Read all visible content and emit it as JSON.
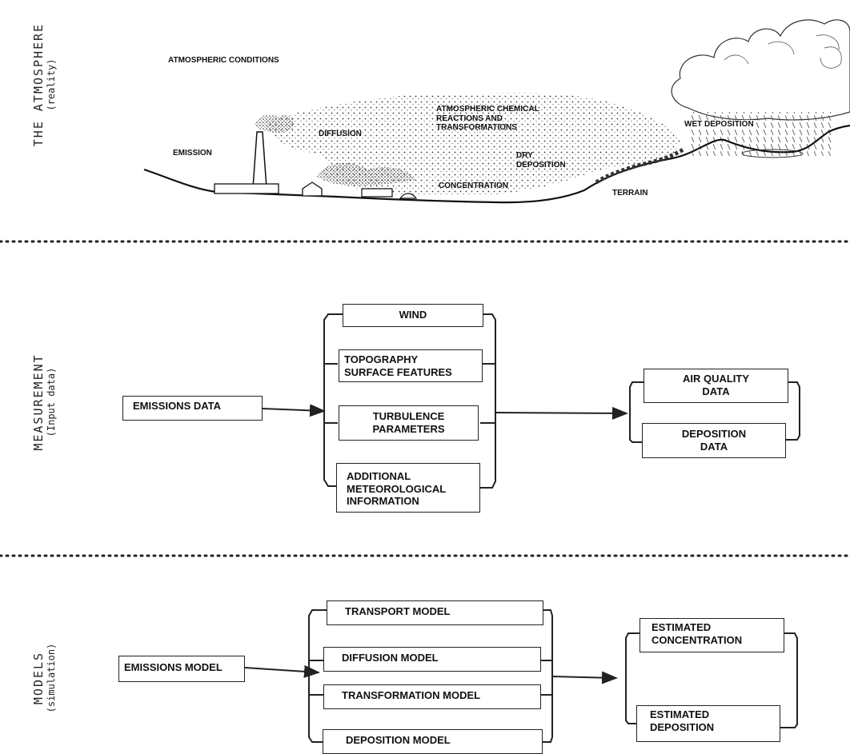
{
  "sections": {
    "atmosphere": {
      "title": "THE ATMOSPHERE",
      "subtitle": "(reality)"
    },
    "measurement": {
      "title": "MEASUREMENT",
      "subtitle": "(Input data)"
    },
    "models": {
      "title": "MODELS",
      "subtitle": "(simulation)"
    }
  },
  "atmosphere_labels": {
    "conditions": "ATMOSPHERIC CONDITIONS",
    "chemical": "ATMOSPHERIC CHEMICAL\nREACTIONS AND\nTRANSFORMATIONS",
    "diffusion": "DIFFUSION",
    "emission": "EMISSION",
    "wet_deposition": "WET DEPOSITION",
    "dry_deposition": "DRY\nDEPOSITION",
    "concentration": "CONCENTRATION",
    "terrain": "TERRAIN"
  },
  "measurement": {
    "input": "EMISSIONS DATA",
    "wind": "WIND",
    "topography": "TOPOGRAPHY\nSURFACE FEATURES",
    "turbulence": "TURBULENCE\nPARAMETERS",
    "additional": "ADDITIONAL\nMETEOROLOGICAL\nINFORMATION",
    "air_quality": "AIR QUALITY\nDATA",
    "deposition": "DEPOSITION\nDATA"
  },
  "models": {
    "input": "EMISSIONS MODEL",
    "transport": "TRANSPORT MODEL",
    "diffusion": "DIFFUSION MODEL",
    "transformation": "TRANSFORMATION MODEL",
    "deposition": "DEPOSITION MODEL",
    "est_concentration": "ESTIMATED\nCONCENTRATION",
    "est_deposition": "ESTIMATED\nDEPOSITION"
  }
}
